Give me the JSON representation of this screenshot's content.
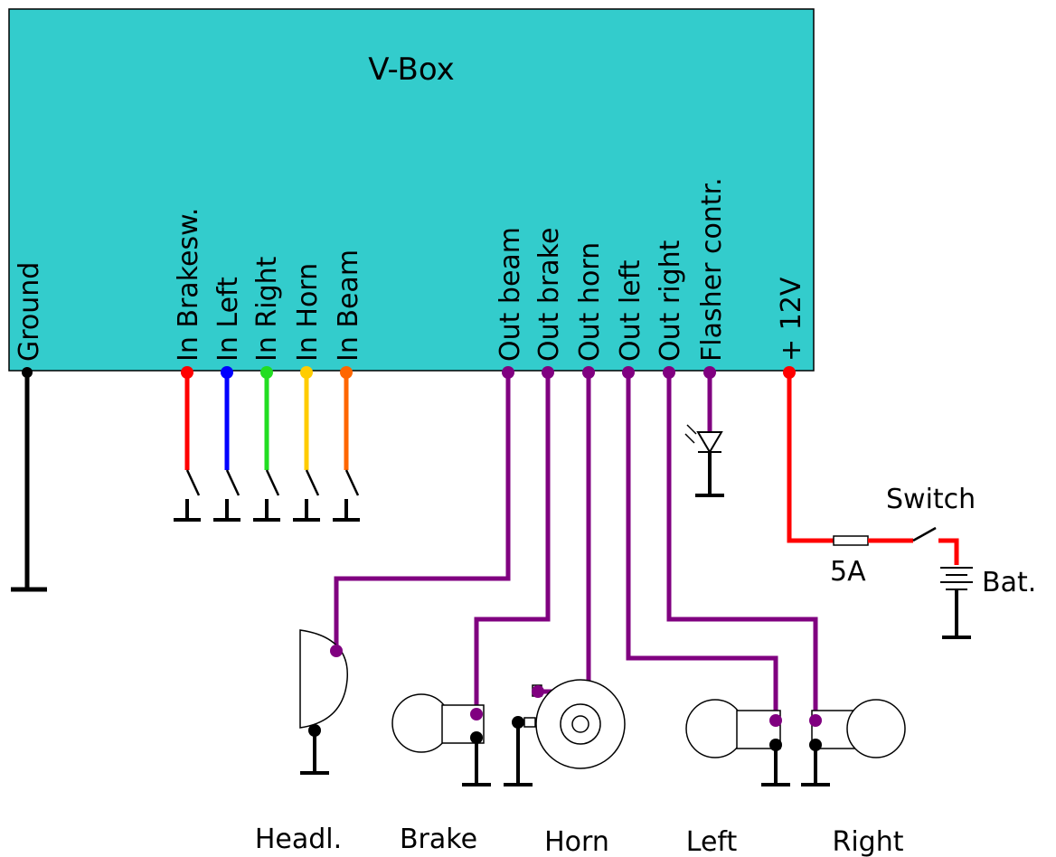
{
  "box": {
    "title": "V-Box",
    "color": "#33CCCC"
  },
  "pins": {
    "ground": "Ground",
    "in_brakesw": "In Brakesw.",
    "in_left": "In Left",
    "in_right": "In Right",
    "in_horn": "In Horn",
    "in_beam": "In Beam",
    "out_beam": "Out beam",
    "out_brake": "Out brake",
    "out_horn": "Out horn",
    "out_left": "Out left",
    "out_right": "Out right",
    "flasher": "Flasher contr.",
    "plus12v": "+ 12V"
  },
  "components": {
    "switch": "Switch",
    "fuse": "5A",
    "battery": "Bat.",
    "headlight": "Headl.",
    "brake": "Brake",
    "horn": "Horn",
    "left": "Left",
    "right": "Right"
  },
  "wire_colors": {
    "ground": "#000000",
    "brakesw": "#FF0000",
    "left": "#0000FF",
    "right": "#22DD22",
    "horn": "#FFCC00",
    "beam": "#FF6600",
    "output": "#800080",
    "power": "#FF0000"
  }
}
